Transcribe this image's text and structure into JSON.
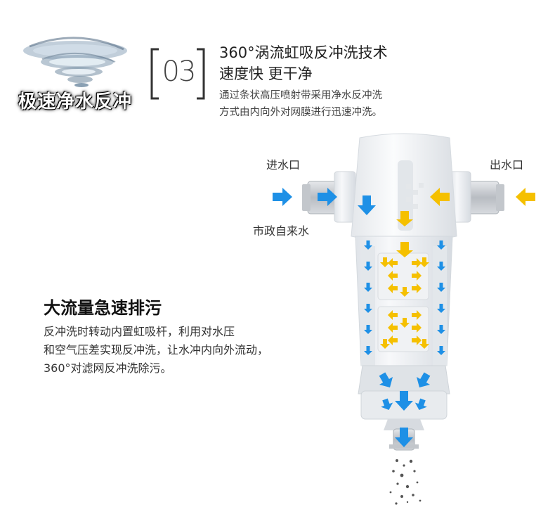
{
  "badge": {
    "text": "极速净水反冲"
  },
  "step": {
    "number": "03"
  },
  "heading": {
    "line1": "360°涡流虹吸反冲洗技术",
    "line2": "速度快 更干净",
    "desc_line1": "通过条状高压喷射带采用净水反冲洗",
    "desc_line2": "方式由内向外对网膜进行迅速冲洗。"
  },
  "diagram": {
    "label_inlet": "进水口",
    "label_outlet": "出水口",
    "label_municipal": "市政自来水",
    "colors": {
      "blue_arrow": "#1e90e6",
      "yellow_arrow": "#f5c000",
      "body": "#eef1f4",
      "fitting": "#c9cdd2"
    }
  },
  "feature": {
    "title": "大流量急速排污",
    "line1": "反冲洗时转动内置虹吸杆，利用对水压",
    "line2": "和空气压差实现反冲洗，让水冲内向外流动，",
    "line3": "360°对滤网反冲洗除污。"
  }
}
